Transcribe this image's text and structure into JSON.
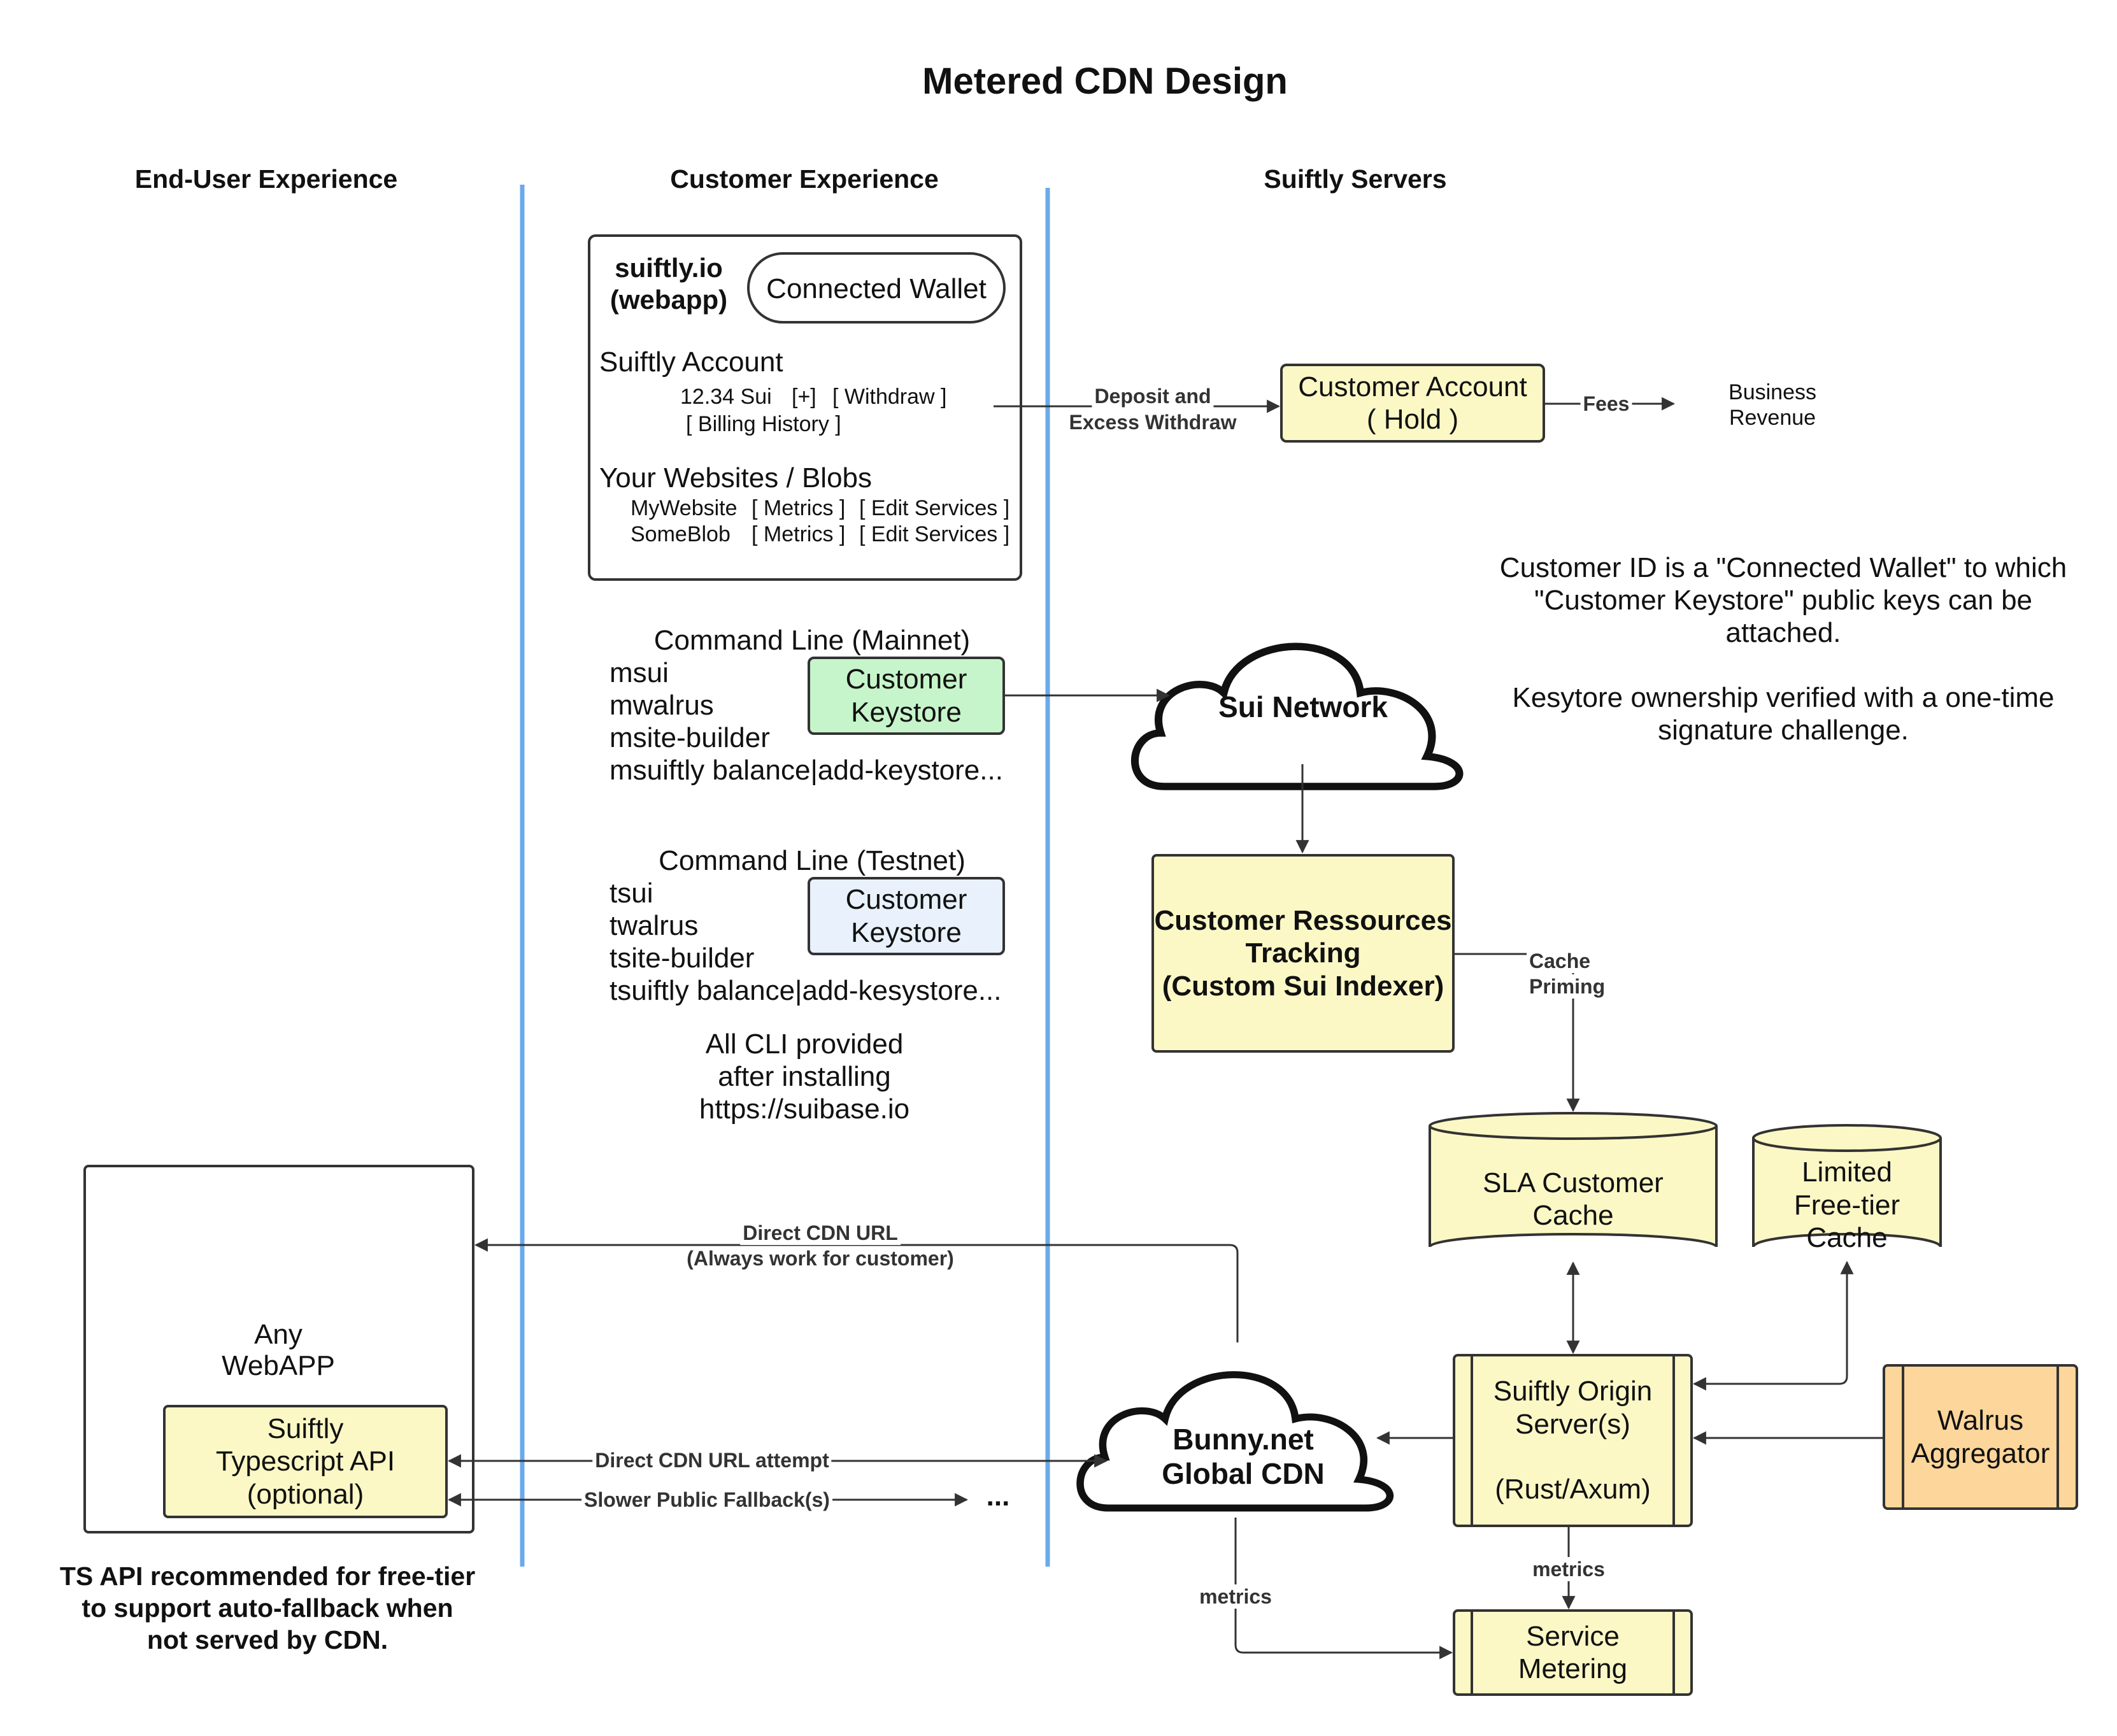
{
  "title": "Metered CDN Design",
  "columns": {
    "end_user": "End-User Experience",
    "customer": "Customer Experience",
    "servers": "Suiftly Servers"
  },
  "webapp_panel": {
    "name_line1": "suiftly.io",
    "name_line2": "(webapp)",
    "wallet_button": "Connected Wallet",
    "account_heading": "Suiftly Account",
    "balance": "12.34 Sui",
    "add_button": "[+]",
    "withdraw_button": "[ Withdraw ]",
    "billing_button": "[ Billing History ]",
    "websites_heading": "Your Websites / Blobs",
    "sites": [
      {
        "name": "MyWebsite",
        "metrics": "[ Metrics ]",
        "edit": "[ Edit Services ]"
      },
      {
        "name": "SomeBlob",
        "metrics": "[ Metrics ]",
        "edit": "[ Edit Services ]"
      }
    ]
  },
  "cli_mainnet": {
    "heading": "Command Line (Mainnet)",
    "commands": [
      "msui",
      "mwalrus",
      "msite-builder",
      "msuiftly balance|add-keystore..."
    ],
    "keystore_line1": "Customer",
    "keystore_line2": "Keystore"
  },
  "cli_testnet": {
    "heading": "Command Line (Testnet)",
    "commands": [
      "tsui",
      "twalrus",
      "tsite-builder",
      "tsuiftly balance|add-kesystore..."
    ],
    "keystore_line1": "Customer",
    "keystore_line2": "Keystore"
  },
  "cli_note": [
    "All CLI provided",
    "after installing",
    "https://suibase.io"
  ],
  "customer_account": {
    "line1": "Customer Account",
    "line2": "( Hold )"
  },
  "business_revenue": [
    "Business",
    "Revenue"
  ],
  "sui_network": "Sui Network",
  "info_note": {
    "para1": [
      "Customer ID is a \"Connected Wallet\" to which",
      "\"Customer Keystore\" public keys can be",
      "attached."
    ],
    "para2": [
      "Kesytore ownership verified with a one-time",
      "signature challenge."
    ]
  },
  "tracking": [
    "Customer Ressources",
    "Tracking",
    "(Custom Sui Indexer)"
  ],
  "sla_cache": [
    "SLA Customer",
    "Cache"
  ],
  "free_cache": [
    "Limited",
    "Free-tier",
    "Cache"
  ],
  "origin": [
    "Suiftly Origin",
    "Server(s)",
    "",
    "(Rust/Axum)"
  ],
  "walrus": [
    "Walrus",
    "Aggregator"
  ],
  "bunny": [
    "Bunny.net",
    "Global CDN"
  ],
  "metering": [
    "Service",
    "Metering"
  ],
  "any_webapp": [
    "Any",
    "WebAPP"
  ],
  "ts_api": [
    "Suiftly",
    "Typescript API",
    "(optional)"
  ],
  "ts_note": [
    "TS API recommended for free-tier",
    "to support auto-fallback when",
    "not served by CDN."
  ],
  "edges": {
    "deposit": [
      "Deposit and",
      "Excess Withdraw"
    ],
    "fees": "Fees",
    "cache_priming": [
      "Cache",
      "Priming"
    ],
    "direct_cdn": [
      "Direct CDN URL",
      "(Always work for customer)"
    ],
    "direct_attempt": "Direct CDN URL attempt",
    "fallback": "Slower Public Fallback(s)",
    "ellipsis": "...",
    "metrics_bunny": "metrics",
    "metrics_origin": "metrics"
  },
  "colors": {
    "yellow": "#fbf8c5",
    "green": "#c7f5cb",
    "blue": "#e8f1fc",
    "orange": "#fcd69a",
    "divider": "#6aaaea",
    "stroke": "#333333"
  }
}
